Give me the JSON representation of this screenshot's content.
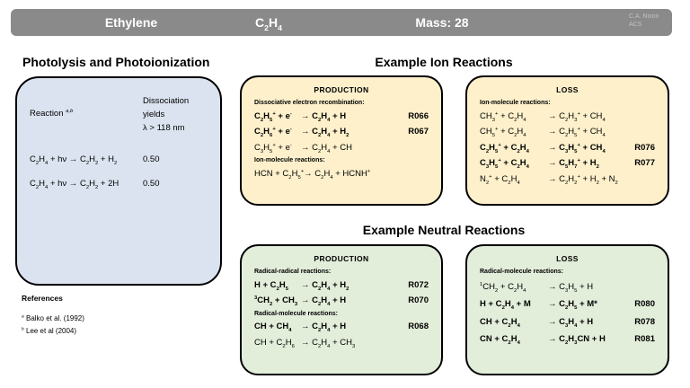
{
  "header": {
    "title": "Ethylene",
    "formula": "C_{2}H_{4}",
    "mass": "Mass: 28",
    "credit_line1": "C.A. Nixon",
    "credit_line2": "ACS"
  },
  "photolysis": {
    "title": "Photolysis and Photoionization",
    "col1_header": "Reaction ^{a,b}",
    "col2_header": "Dissociation\nyields\nλ > 118 nm",
    "rows": [
      {
        "reaction": "C_{2}H_{4} + hν → C_{2}H_{2} + H_{2}",
        "yield": "0.50"
      },
      {
        "reaction": "C_{2}H_{4} + hν → C_{2}H_{2} + 2H",
        "yield": "0.50"
      }
    ],
    "references_title": "References",
    "references": [
      "^{a} Balko et al.  (1992)",
      "^{b} Lee et al (2004)"
    ]
  },
  "ion_reactions": {
    "title": "Example Ion Reactions",
    "production": {
      "header": "PRODUCTION",
      "items": [
        {
          "type": "label",
          "text": "Dissociative electron recombination:"
        },
        {
          "type": "eq",
          "bold": true,
          "reactants": "C_{2}H_{5}^{+} + e^{-}",
          "products": "→ C_{2}H_{4} + H",
          "id": "R066"
        },
        {
          "type": "eq",
          "bold": true,
          "reactants": "C_{2}H_{6}^{+} + e^{-}",
          "products": "→ C_{2}H_{4} + H_{2}",
          "id": "R067"
        },
        {
          "type": "eq",
          "bold": false,
          "reactants": "C_{3}H_{5}^{+} + e^{-}",
          "products": "→ C_{2}H_{4} + CH",
          "id": ""
        },
        {
          "type": "label",
          "text": "Ion-molecule reactions:"
        },
        {
          "type": "eq",
          "bold": false,
          "reactants": "HCN + C_{2}H_{5}^{+}",
          "products": "→ C_{2}H_{4} + HCNH^{+}",
          "id": ""
        }
      ]
    },
    "loss": {
      "header": "LOSS",
      "items": [
        {
          "type": "label",
          "text": "Ion-molecule reactions:"
        },
        {
          "type": "eq",
          "bold": false,
          "reactants": "CH_{3}^{+} + C_{2}H_{4}",
          "products": "→ C_{2}H_{3}^{+} + CH_{4}",
          "id": ""
        },
        {
          "type": "eq",
          "bold": false,
          "reactants": "CH_{5}^{+} + C_{2}H_{4}",
          "products": "→ C_{2}H_{5}^{+} + CH_{4}",
          "id": ""
        },
        {
          "type": "eq",
          "bold": true,
          "reactants": "C_{2}H_{5}^{+} + C_{2}H_{4}",
          "products": "→ C_{3}H_{5}^{+} + CH_{4}",
          "id": "R076"
        },
        {
          "type": "eq",
          "bold": true,
          "reactants": "C_{3}H_{5}^{+} + C_{2}H_{4}",
          "products": "→ C_{5}H_{7}^{+} + H_{2}",
          "id": "R077"
        },
        {
          "type": "eq",
          "bold": false,
          "reactants": "N_{2}^{+} + C_{2}H_{4}",
          "products": "→ C_{2}H_{2}^{+} + H_{2} + N_{2}",
          "id": ""
        }
      ]
    }
  },
  "neutral_reactions": {
    "title": "Example Neutral Reactions",
    "production": {
      "header": "PRODUCTION",
      "items": [
        {
          "type": "label",
          "text": "Radical-radical reactions:"
        },
        {
          "type": "eq",
          "bold": true,
          "reactants": "H + C_{2}H_{5}",
          "products": "→ C_{2}H_{4} + H_{2}",
          "id": "R072"
        },
        {
          "type": "eq",
          "bold": true,
          "reactants": "^{3}CH_{2} + CH_{3}",
          "products": "→ C_{2}H_{4} + H",
          "id": "R070"
        },
        {
          "type": "label",
          "text": "Radical-molecule reactions:"
        },
        {
          "type": "eq",
          "bold": true,
          "reactants": "CH + CH_{4}",
          "products": "→ C_{2}H_{4} + H",
          "id": "R068"
        },
        {
          "type": "eq",
          "bold": false,
          "reactants": "CH + C_{2}H_{6}",
          "products": "→ C_{2}H_{4} + CH_{3}",
          "id": ""
        }
      ]
    },
    "loss": {
      "header": "LOSS",
      "items": [
        {
          "type": "label",
          "text": "Radical-molecule reactions:"
        },
        {
          "type": "eq",
          "bold": false,
          "reactants": "^{1}CH_{2} + C_{2}H_{4}",
          "products": "→ C_{3}H_{5} + H",
          "id": ""
        },
        {
          "type": "eq",
          "bold": true,
          "reactants": "H + C_{2}H_{4} + M",
          "products": "→ C_{2}H_{5} + M*",
          "id": "R080"
        },
        {
          "type": "eq",
          "bold": true,
          "reactants": "CH + C_{2}H_{4}",
          "products": "→ C_{3}H_{4} + H",
          "id": "R078"
        },
        {
          "type": "eq",
          "bold": true,
          "reactants": "CN + C_{2}H_{4}",
          "products": "→ C_{2}H_{3}CN + H",
          "id": "R081"
        }
      ]
    }
  },
  "colors": {
    "header_gray": "#8a8a8a",
    "photolysis_blue": "#dbe3f0",
    "ion_cream": "#fdf0cb",
    "neutral_green": "#e2edda"
  }
}
